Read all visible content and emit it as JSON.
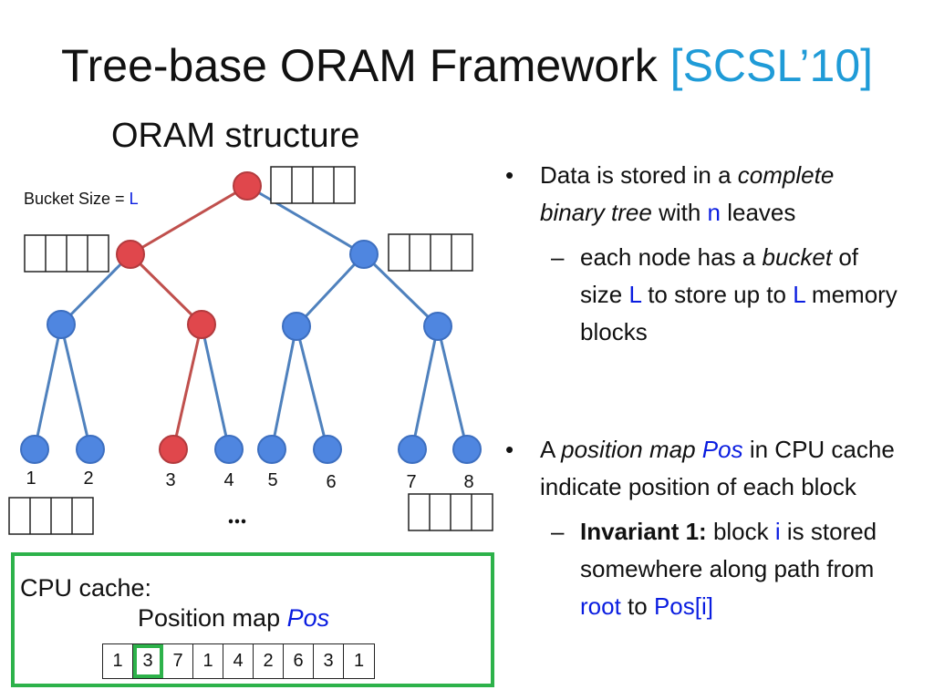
{
  "title": {
    "main": "Tree-base ORAM Framework ",
    "citation": "[SCSL’10]"
  },
  "diagram": {
    "subtitle": "ORAM structure",
    "bucket_label": "Bucket Size = ",
    "bucket_var": "L",
    "leaf_labels": [
      "1",
      "2",
      "3",
      "4",
      "5",
      "6",
      "7",
      "8"
    ],
    "ellipsis": "...",
    "highlighted_path_leaf": "3",
    "colors": {
      "path_node": "#e0474c",
      "normal_node": "#4f86e0",
      "path_edge": "#c0504d",
      "normal_edge": "#4f81bd",
      "accent_blue": "#0a1de0",
      "cache_green": "#2db24a",
      "citation": "#1f9bd7"
    }
  },
  "cpu_cache": {
    "label": "CPU cache:",
    "posmap_label": "Position map ",
    "posmap_var": "Pos",
    "values": [
      "1",
      "3",
      "7",
      "1",
      "4",
      "2",
      "6",
      "3",
      "1"
    ],
    "highlighted_index": 1
  },
  "bullets": {
    "b1": {
      "t1": "Data is stored in a ",
      "t2": "complete binary tree",
      "t3": " with ",
      "t4": "n",
      "t5": " leaves",
      "sub": {
        "t1": "each node has a ",
        "t2": "bucket",
        "t3": " of size ",
        "t4": "L",
        "t5": " to store up to ",
        "t6": "L",
        "t7": " memory blocks"
      }
    },
    "b2": {
      "t1": "A ",
      "t2": "position map ",
      "t3": "Pos",
      "t4": " in CPU cache indicate position of each block",
      "sub": {
        "t1": "Invariant 1:",
        "t2": " block ",
        "t3": "i",
        "t4": " is stored somewhere along path from ",
        "t5": "root",
        "t6": " to ",
        "t7": "Pos[i]"
      }
    }
  }
}
